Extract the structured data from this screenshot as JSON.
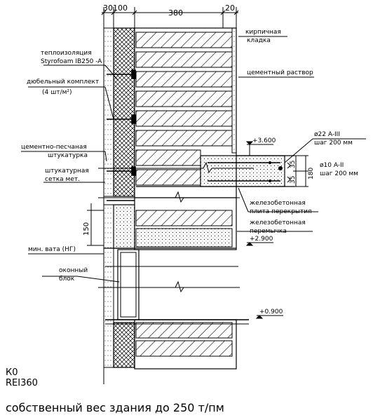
{
  "dimensions": {
    "insulation_outer": "30",
    "insulation": "100",
    "brick": "380",
    "inner_plaster": "20",
    "window_gap": "150",
    "slab_cover_top": "35",
    "slab_cover_bottom": "35",
    "slab_thickness": "180"
  },
  "labels": {
    "thermal_insulation_1": "теплоизоляция",
    "thermal_insulation_2": "Styrofoam IB250 -A",
    "dowel_1": "дюбельный комплект",
    "dowel_2": "(4 шт/м²)",
    "render_1": "цементно-песчаная",
    "render_2": "штукатурка",
    "mesh_1": "штукатурная",
    "mesh_2": "сетка мет.",
    "mineral_wool": "мин. вата (НГ)",
    "window_1": "оконный",
    "window_2": "блок",
    "brick_1": "кирпичная",
    "brick_2": "кладка",
    "mortar": "цементный раствор",
    "rebar_top_1": "ø22 A-III",
    "rebar_top_2": "шаг 200 мм",
    "rebar_side_1": "ø10 A-II",
    "rebar_side_2": "шаг 200 мм",
    "slab_1": "железобетонная",
    "slab_2": "плита перекрытия",
    "lintel_1": "железобетонная",
    "lintel_2": "перемычка"
  },
  "levels": {
    "slab_top": "+3.600",
    "lintel_bottom": "+2.900",
    "sill": "+0.900"
  },
  "footer": {
    "class_line_1": "К0",
    "class_line_2": "REI360",
    "note": "собственный вес здания до 250 т/пм"
  }
}
